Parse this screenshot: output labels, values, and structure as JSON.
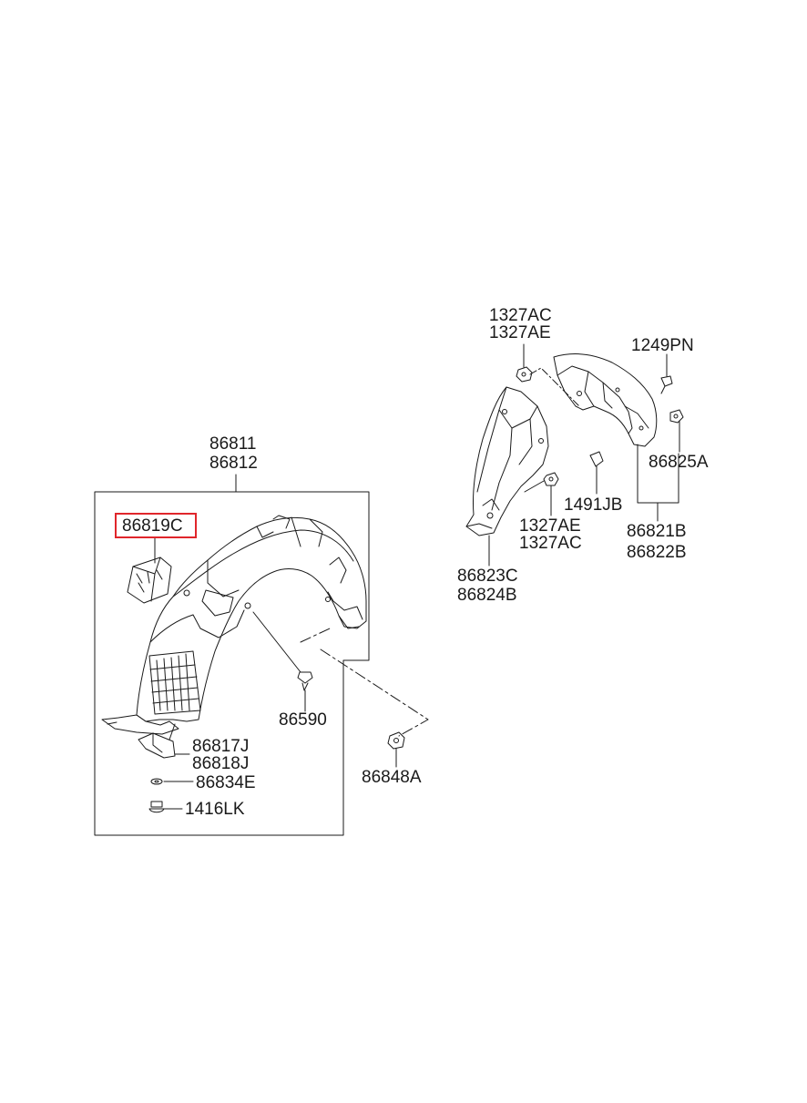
{
  "diagram": {
    "highlight_color": "#e0262b",
    "line_color": "#1a1a1a",
    "highlighted_part": "86819C",
    "labels": {
      "p1327AC_top": "1327AC",
      "p1327AE_top": "1327AE",
      "p1249PN": "1249PN",
      "p86825A": "86825A",
      "p1491JB": "1491JB",
      "p1327AE_bottom": "1327AE",
      "p1327AC_bottom": "1327AC",
      "p86821B": "86821B",
      "p86822B": "86822B",
      "p86823C": "86823C",
      "p86824B": "86824B",
      "p86811": "86811",
      "p86812": "86812",
      "p86819C": "86819C",
      "p86590": "86590",
      "p86817J": "86817J",
      "p86818J": "86818J",
      "p86834E": "86834E",
      "p1416LK": "1416LK",
      "p86848A": "86848A"
    }
  }
}
